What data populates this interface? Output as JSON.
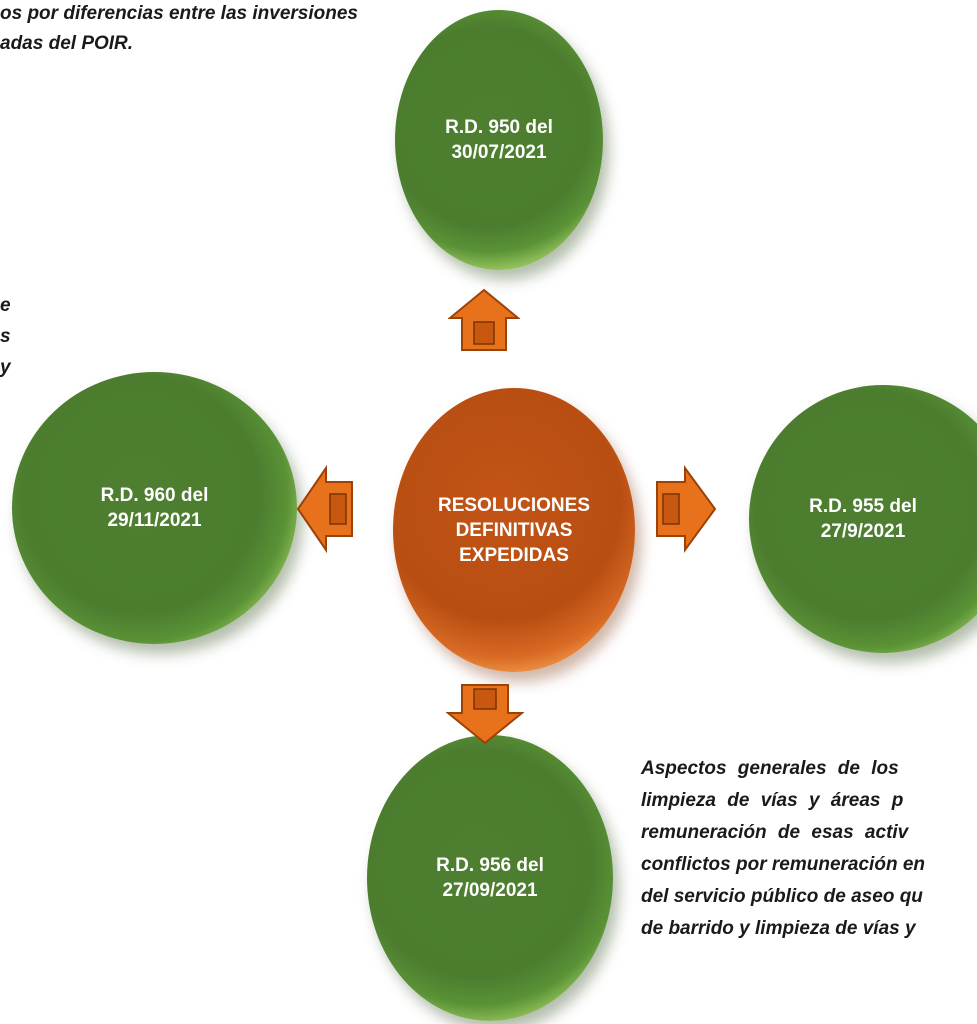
{
  "center": {
    "title_lines": [
      "RESOLUCIONES",
      "DEFINITIVAS",
      "EXPEDIDAS"
    ]
  },
  "nodes": {
    "top": {
      "lines": [
        "R.D. 950 del",
        "30/07/2021"
      ]
    },
    "left": {
      "lines": [
        "R.D. 960 del",
        "29/11/2021"
      ]
    },
    "right": {
      "lines": [
        "R.D. 955 del",
        "27/9/2021"
      ]
    },
    "bottom": {
      "lines": [
        "R.D. 956 del",
        "27/09/2021"
      ]
    }
  },
  "side_notes": {
    "top_left": [
      "os por diferencias entre las inversiones",
      "adas del POIR."
    ],
    "left_edge": [
      "e",
      "s",
      "y"
    ],
    "bottom_right": [
      "Aspectos generales de los",
      "limpieza de vías y áreas p",
      "remuneración de esas activ",
      "conflictos por remuneración en",
      "del servicio público de aseo qu",
      "de barrido y limpieza de vías y"
    ]
  },
  "colors": {
    "green": "#4c7d2f",
    "orange": "#b84e12",
    "arrow": "#e8711c",
    "text": "#1a1a1a"
  }
}
